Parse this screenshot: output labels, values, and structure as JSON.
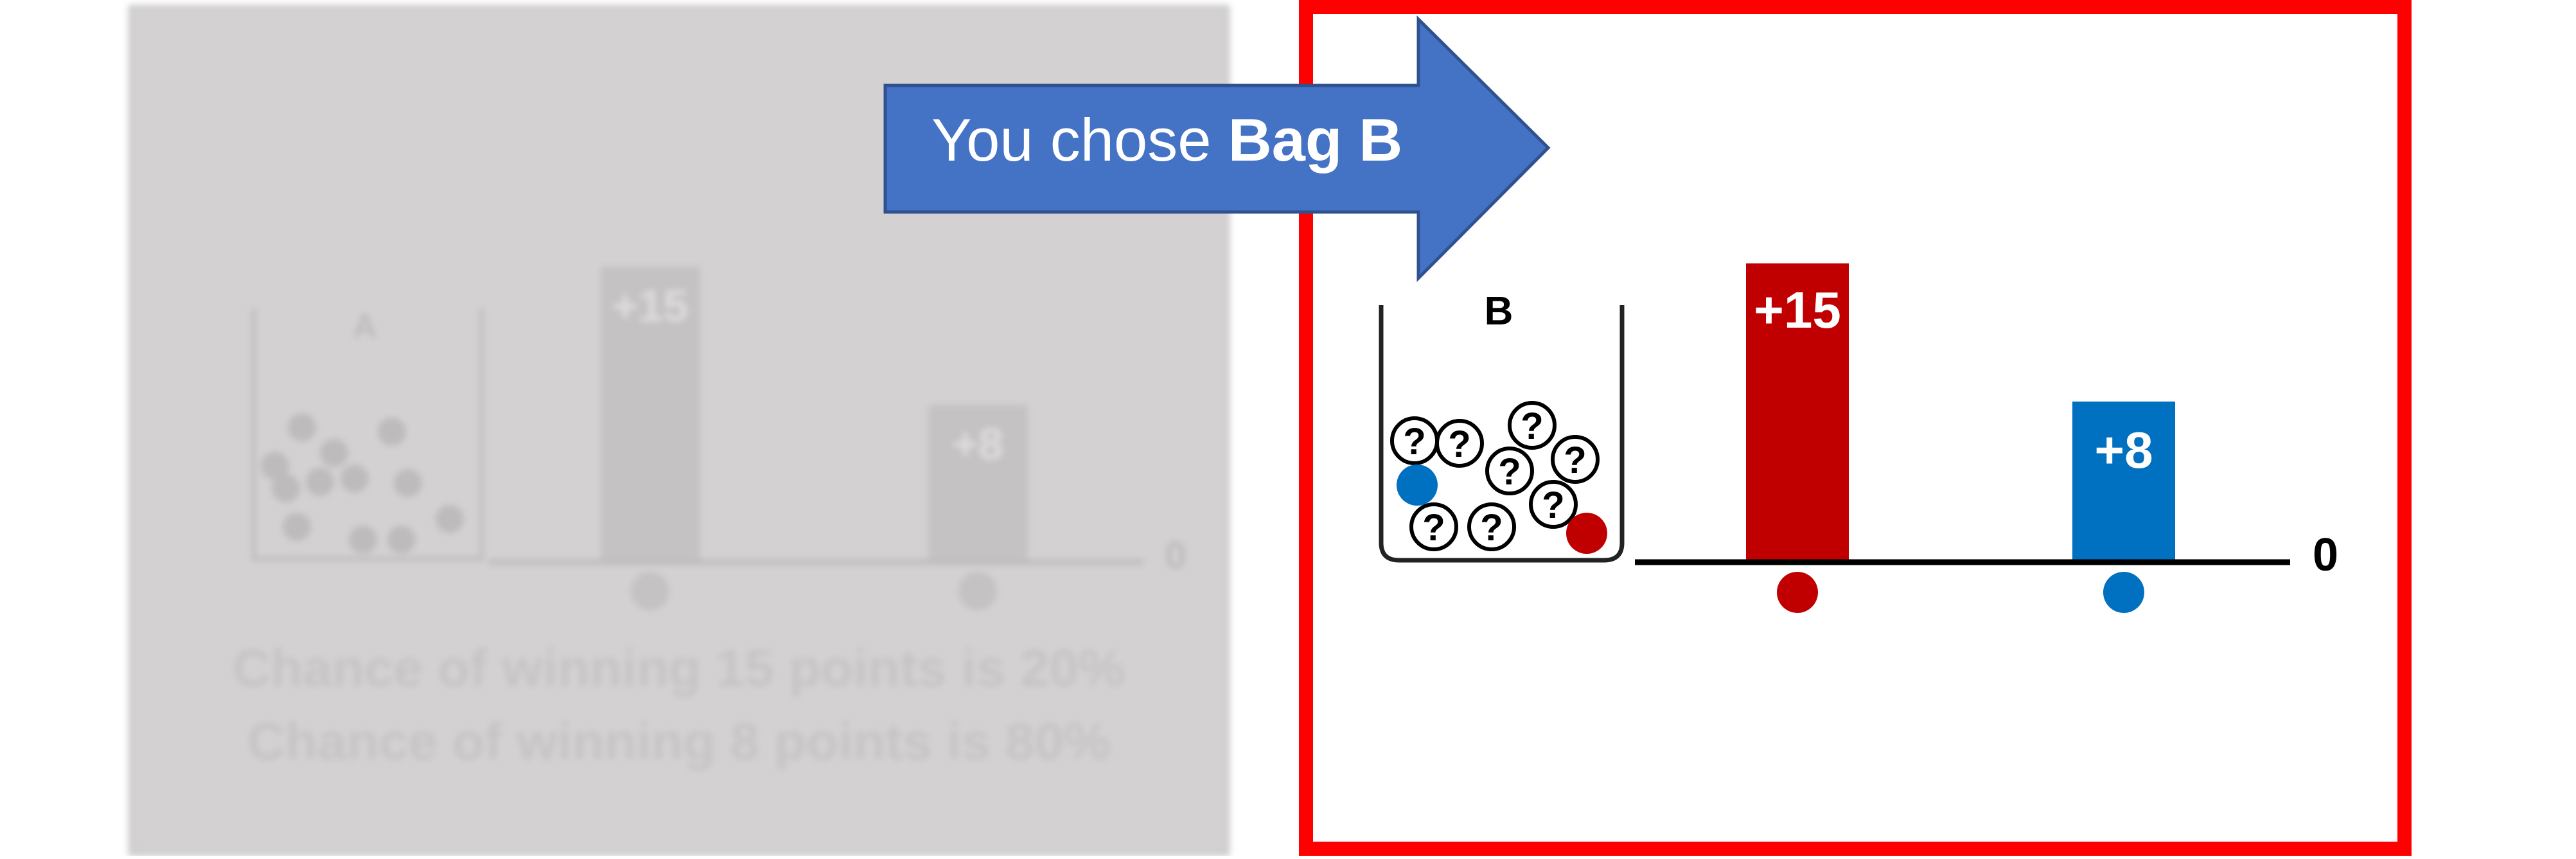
{
  "arrow": {
    "prefix": "You chose",
    "choice": "Bag B"
  },
  "option_left": {
    "bag_label": "A",
    "bar1_label": "+15",
    "bar2_label": "+8",
    "zero_label": "0",
    "line1": "Chance of winning 15 points is 20%",
    "line2": "Chance of winning 8 points is 80%"
  },
  "option_right": {
    "bag_label": "B",
    "bar1_label": "+15",
    "bar2_label": "+8",
    "zero_label": "0",
    "unknown_marker": "?"
  },
  "colors": {
    "red": "#C00000",
    "blue": "#0070C0",
    "arrow_fill": "#4472C4",
    "arrow_stroke": "#2F528F",
    "highlight": "#FF0000",
    "faded_panel": "#D3D1D2"
  }
}
